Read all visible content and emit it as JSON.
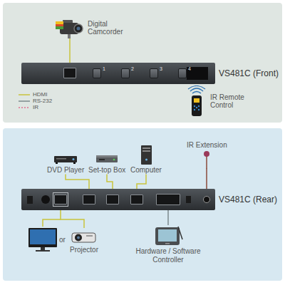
{
  "diagram": {
    "nodes": [
      {
        "text": [
          "VS481C (Front)"
        ]
      },
      {
        "text": [
          "1"
        ],
        "in": 0
      },
      {
        "text": [
          "2"
        ],
        "in": 0
      },
      {
        "text": [
          "3"
        ],
        "in": 0
      },
      {
        "text": [
          "4"
        ],
        "in": 0
      },
      {
        "text": [
          "Digital Camcorder"
        ]
      },
      {
        "text": [
          "IR Remote Control"
        ]
      },
      {
        "text": [
          "DVD Player"
        ]
      },
      {
        "text": [
          "Set-top Box"
        ]
      },
      {
        "text": [
          "Computer"
        ]
      },
      {
        "text": [
          "IR Extension"
        ]
      },
      {
        "text": [
          "VS481C (Rear)"
        ]
      },
      {
        "text": [
          "Projector"
        ]
      },
      {
        "text": [
          "Hardware / Software Controller"
        ]
      }
    ],
    "edges": [
      {
        "from": 5,
        "to": 0,
        "arrow": "none"
      },
      {
        "from": 7,
        "to": 11,
        "arrow": "none"
      },
      {
        "from": 8,
        "to": 11,
        "arrow": "none"
      },
      {
        "from": 9,
        "to": 11,
        "arrow": "none"
      },
      {
        "from": 10,
        "to": 11,
        "arrow": "none"
      },
      {
        "from": 11,
        "to": 12,
        "arrow": "none"
      },
      {
        "from": 11,
        "to": 13,
        "arrow": "none"
      }
    ],
    "labels": [
      "or"
    ],
    "legend": [
      {
        "text": "HDMI"
      },
      {
        "text": "RS-232"
      },
      {
        "text": "IR"
      }
    ]
  }
}
